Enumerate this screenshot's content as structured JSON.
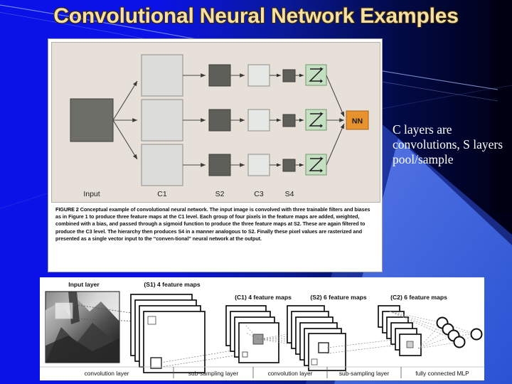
{
  "slide": {
    "title": "Convolutional Neural Network Examples",
    "background": {
      "left_blue": "#0a12e8",
      "dark_navy": "#000028",
      "band_blue": "#3a64e0",
      "accent_curve": "#8fa8f0"
    },
    "note_text": "C layers are convolutions, S layers pool/sample"
  },
  "figure1": {
    "panel_bg": "#e6e0d8",
    "colors": {
      "input_box": "#6e6e68",
      "c1_box": "#dcdcda",
      "s2_box": "#5f5f5a",
      "c3_box": "#e6e8e6",
      "s4_box": "#5f5f5a",
      "raster_box": "#c4dfc2",
      "nn_box": "#e8922e",
      "stroke": "#4a4a46"
    },
    "stage_labels": [
      "Input",
      "C1",
      "S2",
      "C3",
      "S4"
    ],
    "output_label": "NN",
    "branch_count": 3,
    "caption_label": "FIGURE 2",
    "caption_text": "Conceptual example of convolutional neural network. The input image is convolved with three trainable filters and biases as in Figure 1 to produce three feature maps at the C1 level.  Each group of four pixels in the feature maps are added, weighted, combined with a bias, and passed through a sigmoid function to produce the three feature maps at S2. These are again filtered to produce the C3 level.  The hierarchy then produces S4 in a manner analogous to S2. Finally these pixel values are rasterized and presented as a single vector input to the “conven-tional” neural network at the output."
  },
  "figure2": {
    "top_labels": [
      "Input layer",
      "(S1) 4 feature maps",
      "(C1) 4 feature maps",
      "(S2) 6 feature maps",
      "(C2) 6 feature maps"
    ],
    "bottom_labels": [
      "convolution layer",
      "sub-sampling layer",
      "convolution layer",
      "sub-sampling layer",
      "fully connected MLP"
    ],
    "stack_counts": [
      4,
      4,
      6,
      6
    ],
    "output_nodes": 5
  }
}
